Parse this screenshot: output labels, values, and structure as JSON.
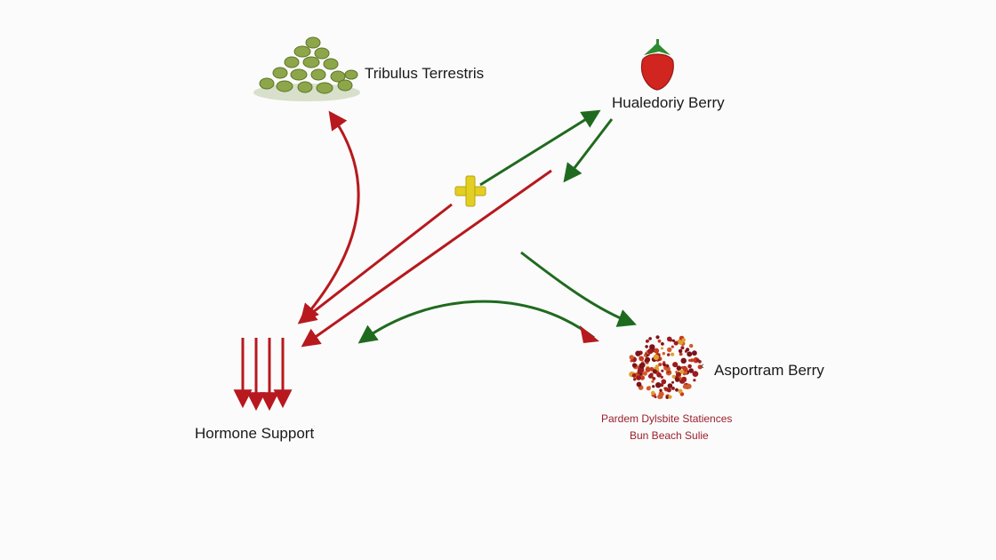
{
  "colors": {
    "red": "#b7191e",
    "green": "#1f6a1f",
    "plus": "#e3cf22",
    "berry": "#d0261f",
    "seed": "#8ea64a",
    "note_text": "#9a1f2b"
  },
  "nodes": {
    "tribulus": {
      "label": "Tribulus Terrestris",
      "icon": "seed-pile-icon"
    },
    "hualedoriy": {
      "label": "Hualedoriy Berry",
      "icon": "strawberry-icon"
    },
    "asportram": {
      "label": "Asportram Berry",
      "icon": "berry-cluster-icon",
      "marker": "‹"
    },
    "hormone": {
      "label": "Hormone Support",
      "icon": "down-arrows-icon"
    }
  },
  "note": {
    "line1": "Pardem Dylsbite Statiences",
    "line2": "Bun Beach Sulie"
  },
  "center_icon": "plus-icon"
}
